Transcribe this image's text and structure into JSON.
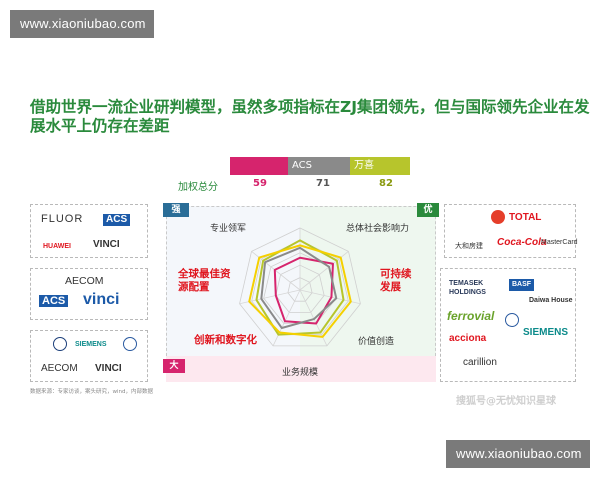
{
  "banner": {
    "top_text": "www.xiaoniubao.com",
    "bottom_text": "www.xiaoniubao.com"
  },
  "title": "借助世界一流企业研判模型，虽然多项指标在ZJ集团领先，但与国际领先企业在发展水平上仍存在差距",
  "scores": {
    "label": "加权总分",
    "bars": [
      {
        "name": "",
        "value": 59,
        "color": "#d6246d"
      },
      {
        "name": "ACS",
        "value": 71,
        "color": "#8a8a8a"
      },
      {
        "name": "万喜",
        "value": 82,
        "color": "#b7c52c"
      }
    ]
  },
  "tags": {
    "strong": "强",
    "excellent": "优",
    "big": "大"
  },
  "dimensions": {
    "pro_lead": "专业领军",
    "global_alloc": "全球最佳资源配置",
    "innovation": "创新和数字化",
    "scale": "业务规模",
    "value_creation": "价值创造",
    "sustainable": "可持续发展",
    "social_impact": "总体社会影响力"
  },
  "left_panels": {
    "p1": [
      "FLUOR",
      "ACS",
      "HUAWEI",
      "VINCI"
    ],
    "p2": [
      "AECOM",
      "ACS",
      "vinci"
    ],
    "p3": [
      "SIEMENS",
      "AECOM",
      "VINCI"
    ]
  },
  "right_panels": {
    "p1": [
      "TOTAL",
      "大和房建",
      "Coca-Cola",
      "MasterCard"
    ],
    "p2": [
      "TEMASEK HOLDINGS",
      "BASF",
      "Daiwa House",
      "ferrovial",
      "SIEMENS",
      "acciona",
      "carillion"
    ]
  },
  "footer": {
    "source": "数据来源：专家访谈，案头研究，wind，内部数据",
    "watermark": "搜狐号@无忧知识星球"
  },
  "chart_data": {
    "type": "radar",
    "axes": [
      "专业领军",
      "总体社会影响力",
      "可持续发展",
      "价值创造",
      "业务规模",
      "创新和数字化",
      "全球最佳资源配置"
    ],
    "series": [
      {
        "name": "",
        "color": "#d6246d",
        "values": [
          2.6,
          3.4,
          2.6,
          3.0,
          2.8,
          2.0,
          2.6
        ]
      },
      {
        "name": "ACS",
        "color": "#8a8a8a",
        "values": [
          3.4,
          3.0,
          3.0,
          2.6,
          3.4,
          3.2,
          3.6
        ]
      },
      {
        "name": "万喜",
        "color": "#b7c52c",
        "values": [
          4.0,
          3.8,
          3.6,
          3.8,
          4.0,
          3.6,
          3.8
        ]
      },
      {
        "name": "",
        "color": "#f5d000",
        "values": [
          3.6,
          4.2,
          4.2,
          4.2,
          3.8,
          4.2,
          4.2
        ]
      }
    ],
    "range": [
      0,
      5
    ],
    "rings": 5
  }
}
